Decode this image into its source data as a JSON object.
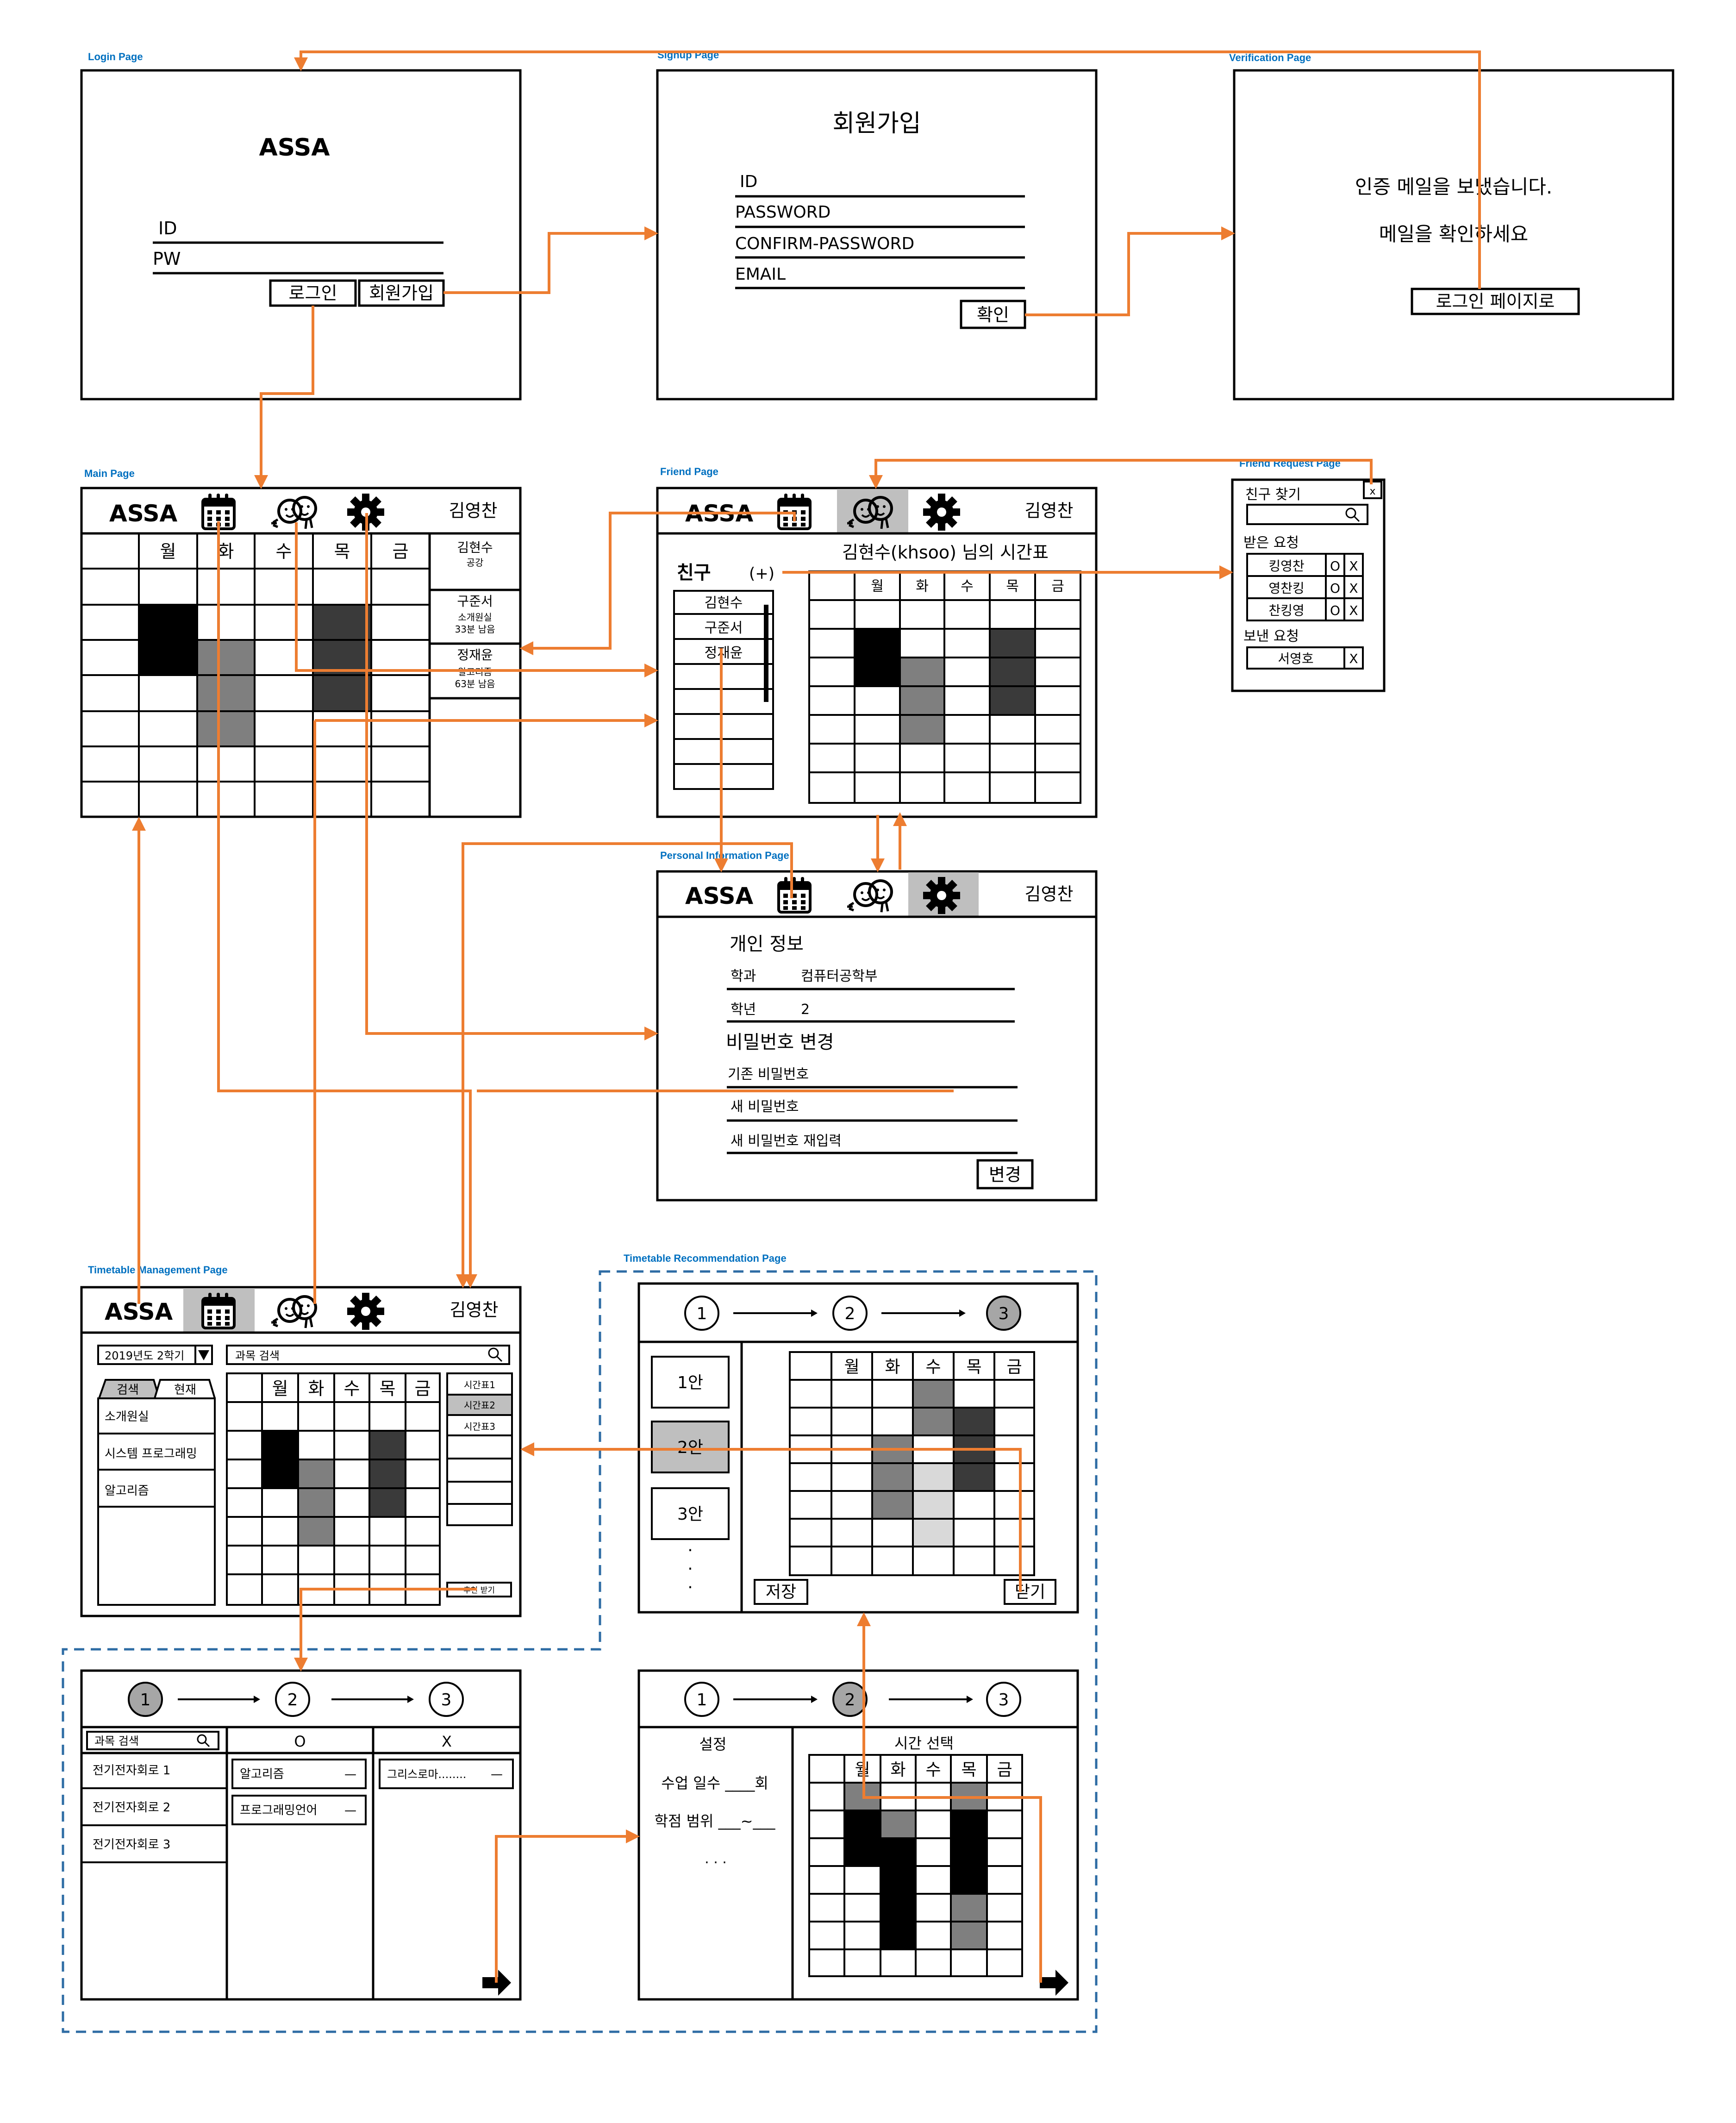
{
  "login": {
    "title": "Login Page",
    "logo": "ASSA",
    "id_label": "ID",
    "pw_label": "PW",
    "login_button": "로그인",
    "signup_button": "회원가입"
  },
  "signup": {
    "title": "Signup Page",
    "heading": "회원가입",
    "fields": [
      "ID",
      "PASSWORD",
      "CONFIRM-PASSWORD",
      "EMAIL"
    ],
    "confirm_button": "확인"
  },
  "verification": {
    "title": "Verification Page",
    "line1": "인증 메일을 보냈습니다.",
    "line2": "메일을 확인하세요",
    "button": "로그인 페이지로"
  },
  "main": {
    "title": "Main Page",
    "logo": "ASSA",
    "user": "김영찬",
    "days": [
      "월",
      "화",
      "수",
      "목",
      "금"
    ],
    "friends": [
      {
        "name": "김현수",
        "status": "공강"
      },
      {
        "name": "구준서",
        "status": "소개원실",
        "detail": "33분 남음"
      },
      {
        "name": "정재윤",
        "status": "알고리즘",
        "detail": "63분 남음"
      }
    ]
  },
  "friend": {
    "title": "Friend Page",
    "logo": "ASSA",
    "user": "김영찬",
    "friends_heading": "친구",
    "add_symbol": "(+)",
    "friend_list": [
      "김현수",
      "구준서",
      "정재윤"
    ],
    "timetable_heading": "김현수(khsoo) 님의 시간표",
    "days": [
      "월",
      "화",
      "수",
      "목",
      "금"
    ]
  },
  "friend_request": {
    "title": "Friend Request Page",
    "close": "x",
    "find_label": "친구 찾기",
    "received_label": "받은 요청",
    "received": [
      "킹영찬",
      "영찬킹",
      "찬킹영"
    ],
    "accept": "O",
    "reject": "X",
    "sent_label": "보낸 요청",
    "sent": [
      "서영호"
    ]
  },
  "personal": {
    "title": "Personal Information Page",
    "logo": "ASSA",
    "user": "김영찬",
    "section1": "개인 정보",
    "dept_label": "학과",
    "dept_value": "컴퓨터공학부",
    "year_label": "학년",
    "year_value": "2",
    "section2": "비밀번호 변경",
    "old_pw": "기존 비밀번호",
    "new_pw": "새 비밀번호",
    "new_pw2": "새 비밀번호 재입력",
    "change_button": "변경"
  },
  "timetable_mgmt": {
    "title": "Timetable Management Page",
    "logo": "ASSA",
    "user": "김영찬",
    "semester": "2019년도 2학기",
    "search_placeholder": "과목 검색",
    "tab_search": "검색",
    "tab_current": "현재",
    "subjects": [
      "소개원실",
      "시스템 프로그래밍",
      "알고리즘"
    ],
    "days": [
      "월",
      "화",
      "수",
      "목",
      "금"
    ],
    "saved_tables": [
      "시간표1",
      "시간표2",
      "시간표3"
    ],
    "recommend_button": "추천 받기"
  },
  "recommend": {
    "title": "Timetable Recommendation Page",
    "steps": [
      "1",
      "2",
      "3"
    ],
    "options": [
      "1안",
      "2안",
      "3안"
    ],
    "more": "·",
    "days": [
      "월",
      "화",
      "수",
      "목",
      "금"
    ],
    "save_button": "저장",
    "close_button": "닫기"
  },
  "step1": {
    "steps": [
      "1",
      "2",
      "3"
    ],
    "search_placeholder": "과목 검색",
    "col_o": "O",
    "col_x": "X",
    "subjects": [
      "전기전자회로 1",
      "전기전자회로 2",
      "전기전자회로 3"
    ],
    "o_items": [
      "알고리즘",
      "프로그래밍언어"
    ],
    "x_items": [
      "그리스로마........"
    ],
    "remove": "—"
  },
  "step2": {
    "steps": [
      "1",
      "2",
      "3"
    ],
    "settings_label": "설정",
    "days_per_week": "수업 일수 ____회",
    "credit_range": "학점 범위 ___~___",
    "ellipsis": ". . .",
    "time_select_label": "시간 선택",
    "days": [
      "월",
      "화",
      "수",
      "목",
      "금"
    ]
  },
  "colors": {
    "accent_orange": "#ED7D31",
    "title_blue": "#0070C0",
    "dashed_blue": "#2E6CA4",
    "dark_cell": "#3A3A3A",
    "gray_cell": "#7F7F7F",
    "light_cell": "#D9D9D9",
    "selected_tab": "#BFBFBF"
  },
  "icons": [
    "calendar-icon",
    "friends-icon",
    "gear-icon",
    "search-icon",
    "dropdown-arrow-icon",
    "next-arrow-icon"
  ]
}
